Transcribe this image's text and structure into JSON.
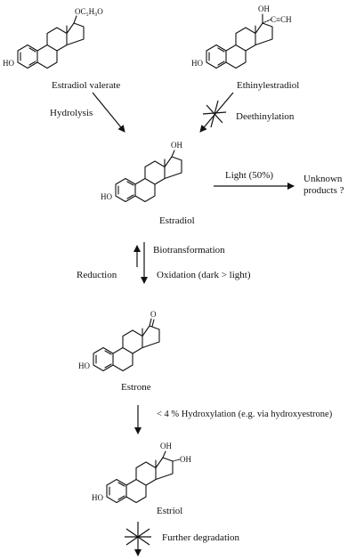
{
  "compounds": {
    "estradiol_valerate": {
      "name": "Estradiol valerate",
      "ho": "HO",
      "substituent": "OC₅H₉O"
    },
    "ethinylestradiol": {
      "name": "Ethinylestradiol",
      "ho": "HO",
      "oh": "OH",
      "substituent": "C≡CH"
    },
    "estradiol": {
      "name": "Estradiol",
      "ho": "HO",
      "oh": "OH"
    },
    "estrone": {
      "name": "Estrone",
      "ho": "HO",
      "o": "O"
    },
    "estriol": {
      "name": "Estriol",
      "ho": "HO",
      "oh": "OH",
      "oh2": "OH"
    }
  },
  "reactions": {
    "hydrolysis": "Hydrolysis",
    "deethinylation": "Deethinylation",
    "light": "Light (50%)",
    "unknown_line1": "Unknown",
    "unknown_line2": "products ?",
    "biotransformation": "Biotransformation",
    "reduction": "Reduction",
    "oxidation": "Oxidation (dark > light)",
    "hydroxylation": "< 4 % Hydroxylation (e.g. via hydroxyestrone)",
    "further": "Further degradation"
  }
}
